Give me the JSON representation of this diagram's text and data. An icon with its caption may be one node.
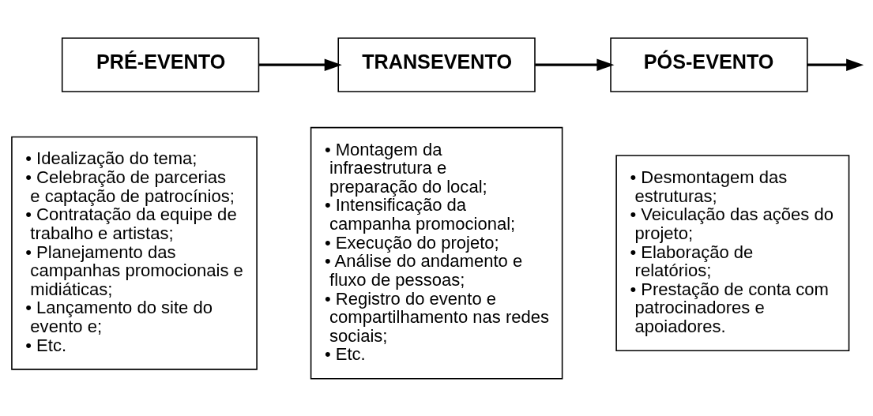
{
  "diagram": {
    "nodes": [
      {
        "text": [
          "PRÉ-EVENTO"
        ]
      },
      {
        "text": [
          "TRANSEVENTO"
        ]
      },
      {
        "text": [
          "PÓS-EVENTO"
        ]
      },
      {
        "text": [
          "• Idealização do tema;",
          "• Celebração de parcerias e captação de patrocínios;",
          "• Contratação da equipe de trabalho e artistas;",
          "• Planejamento das campanhas promocionais e midiáticas;",
          "• Lançamento do site do evento e;",
          "• Etc."
        ]
      },
      {
        "text": [
          "• Montagem da infraestrutura e preparação do local;",
          "• Intensificação da campanha promocional;",
          "• Execução do projeto;",
          "• Análise do andamento e fluxo de pessoas;",
          "• Registro do evento e compartilhamento nas redes sociais;",
          "• Etc."
        ]
      },
      {
        "text": [
          "• Desmontagem das estruturas;",
          "• Veiculação das ações do projeto;",
          "• Elaboração de relatórios;",
          "• Prestação de conta com patrocinadores e apoiadores."
        ]
      }
    ],
    "edges": [
      {
        "from": 0,
        "to": 1,
        "arrow": "to"
      },
      {
        "from": 1,
        "to": 2,
        "arrow": "to"
      },
      {
        "from": 2,
        "to": null,
        "arrow": "to"
      }
    ]
  }
}
